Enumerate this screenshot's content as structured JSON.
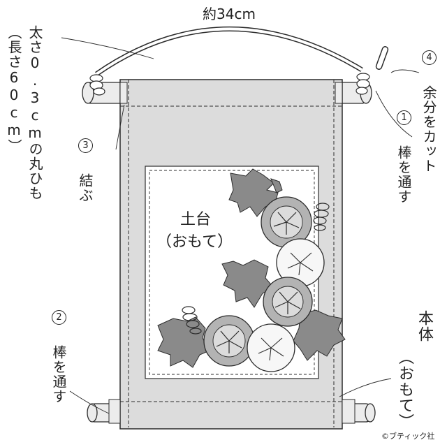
{
  "dimension": {
    "width": "約34cm"
  },
  "labels": {
    "cord": {
      "line1": "太さ0.3cmの丸ひも",
      "line2": "（長さ60cm）"
    },
    "step1": {
      "num": "1",
      "text": "棒を通す"
    },
    "step2": {
      "num": "2",
      "text": "棒を通す"
    },
    "step3": {
      "num": "3",
      "text": "結ぶ"
    },
    "step4": {
      "num": "4",
      "text": "余分をカット"
    },
    "base": {
      "line1": "土台",
      "line2": "（おもて）"
    },
    "body": {
      "line1": "本体",
      "line2": "（おもて）"
    }
  },
  "copyright": "©ブティック社",
  "colors": {
    "fabric": "#dcdcdc",
    "leaf": "#8a8a8a",
    "flower_gray": "#b3b3b3",
    "flower_white": "#f7f7f7",
    "outline": "#2b2b2b"
  }
}
